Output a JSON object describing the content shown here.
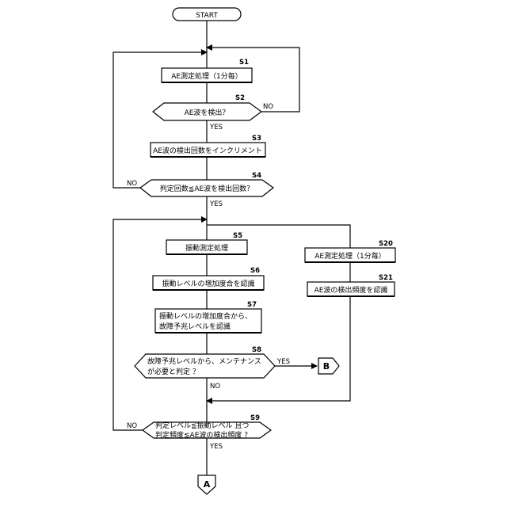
{
  "start": "START",
  "steps": {
    "s1": {
      "id": "S1",
      "text": "AE測定処理（1分毎）"
    },
    "s2": {
      "id": "S2",
      "text": "AE波を検出？"
    },
    "s3": {
      "id": "S3",
      "text": "AE波の検出回数をインクリメント"
    },
    "s4": {
      "id": "S4",
      "text": "判定回数≦AE波を検出回数？"
    },
    "s5": {
      "id": "S5",
      "text": "振動測定処理"
    },
    "s6": {
      "id": "S6",
      "text": "振動レベルの増加度合を認識"
    },
    "s7": {
      "id": "S7",
      "line1": "振動レベルの増加度合から、",
      "line2": "故障予兆レベルを認識"
    },
    "s8": {
      "id": "S8",
      "line1": "故障予兆レベルから、メンテナンス",
      "line2": "が必要と判定 ？"
    },
    "s9": {
      "id": "S9",
      "line1": "判定レベル≦振動レベル 且つ",
      "line2": "判定頻度≦AE波の検出頻度 ？"
    },
    "s20": {
      "id": "S20",
      "text": "AE測定処理（1分毎）"
    },
    "s21": {
      "id": "S21",
      "text": "AE波の検出頻度を認識"
    }
  },
  "labels": {
    "s2_no": "NO",
    "s2_yes": "YES",
    "s4_no": "NO",
    "s4_yes": "YES",
    "s8_yes": "YES",
    "s8_no": "NO",
    "s9_no": "NO",
    "s9_yes": "YES"
  },
  "connectors": {
    "a": "A",
    "b": "B"
  }
}
